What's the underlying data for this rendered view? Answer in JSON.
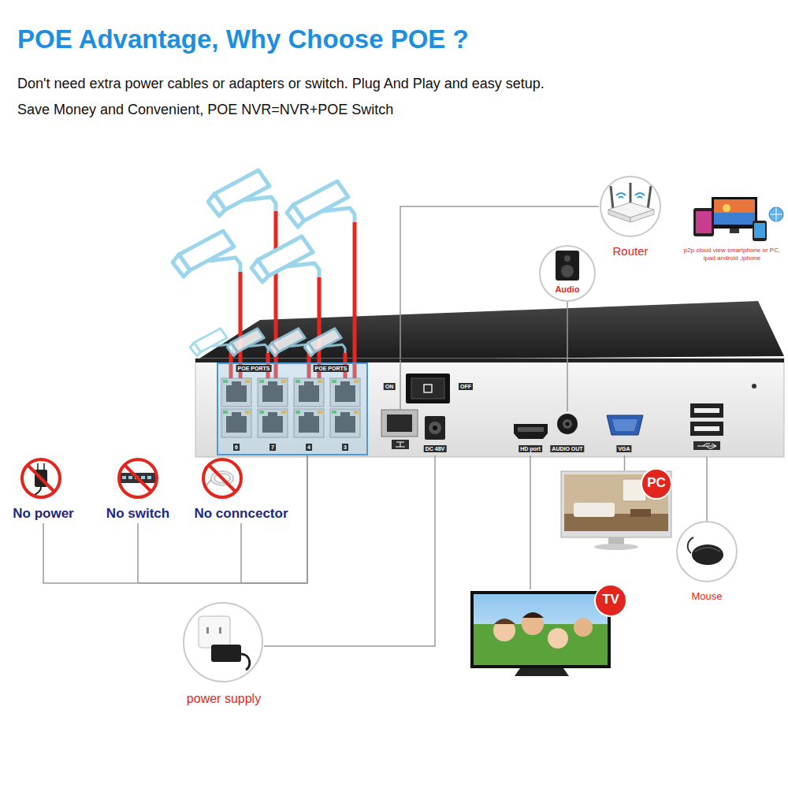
{
  "diagram": {
    "title": "POE Advantage, Why Choose POE ?",
    "nodes": [
      {
        "text": [
          "ON",
          "OFF"
        ]
      },
      {
        "text": [
          "POE PORTS",
          "POE PORTS",
          "6",
          "7",
          "4",
          "3"
        ],
        "in": 0
      },
      {
        "text": [
          "DC 48V"
        ],
        "in": 0
      },
      {
        "text": [
          "HD port"
        ],
        "in": 0
      },
      {
        "text": [
          "AUDIO OUT"
        ],
        "in": 0
      },
      {
        "text": [
          "VGA"
        ],
        "in": 0
      },
      {
        "text": [
          "Router"
        ]
      },
      {
        "text": [
          "Audio"
        ]
      },
      {
        "text": [
          "PC"
        ]
      },
      {
        "text": [
          "Mouse"
        ]
      },
      {
        "text": [
          "No power"
        ]
      },
      {
        "text": [
          "No switch"
        ]
      },
      {
        "text": [
          "No conncector"
        ]
      },
      {
        "text": [
          "TV"
        ]
      },
      {
        "text": [
          "power supply"
        ]
      }
    ],
    "edges": [
      {
        "from": 0,
        "to": 6,
        "arrow": "none"
      },
      {
        "from": 4,
        "to": 7,
        "arrow": "none"
      },
      {
        "from": 5,
        "to": 8,
        "arrow": "none"
      },
      {
        "from": 0,
        "to": 9,
        "arrow": "none"
      },
      {
        "from": 3,
        "to": 13,
        "arrow": "none"
      },
      {
        "from": 2,
        "to": 14,
        "arrow": "none"
      },
      {
        "from": 1,
        "to": 10,
        "arrow": "none"
      },
      {
        "from": 1,
        "to": 11,
        "arrow": "none"
      },
      {
        "from": 1,
        "to": 12,
        "arrow": "none"
      }
    ],
    "labels": [
      "Don't need extra power cables or adapters or switch. Plug And Play and easy setup.",
      "Save Money and Convenient, POE NVR=NVR+POE Switch",
      "p2p cloud view smartphone or PC, ipad android ,iphone"
    ]
  }
}
